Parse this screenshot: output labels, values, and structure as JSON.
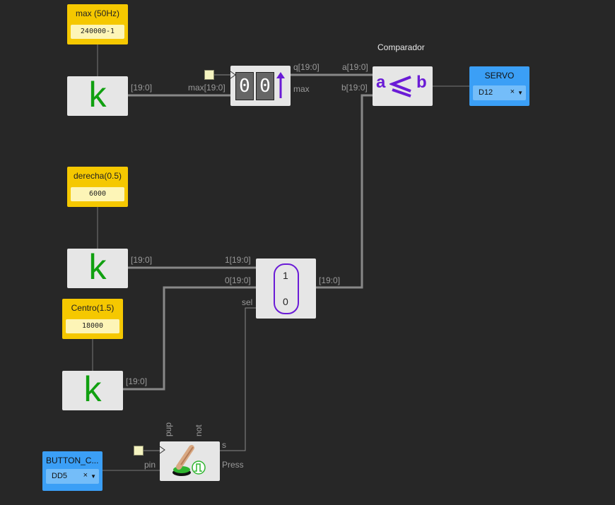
{
  "constants": [
    {
      "title": "max (50Hz)",
      "value": "240000-1"
    },
    {
      "title": "derecha(0.5)",
      "value": "6000"
    },
    {
      "title": "Centro(1.5)",
      "value": "18000"
    }
  ],
  "k_blocks": [
    {
      "glyph": "k",
      "out_label": "[19:0]"
    },
    {
      "glyph": "k",
      "out_label": "[19:0]"
    },
    {
      "glyph": "k",
      "out_label": "[19:0]"
    }
  ],
  "counter": {
    "digits": [
      "0",
      "0"
    ],
    "in_label": "max[19:0]",
    "out_q": "q[19:0]",
    "out_max": "max"
  },
  "comparator": {
    "title": "Comparador",
    "in_a": "a[19:0]",
    "in_b": "b[19:0]",
    "symbol_a": "a",
    "symbol_b": "b"
  },
  "servo": {
    "title": "SERVO",
    "pin": "D12",
    "clear": "×",
    "caret": "▼"
  },
  "mux": {
    "in1": "1[19:0]",
    "in0": "0[19:0]",
    "sel": "sel",
    "out": "[19:0]",
    "opt1": "1",
    "opt0": "0"
  },
  "button_block": {
    "in_pin": "pin",
    "top_pup": "pup",
    "top_not": "not",
    "out_s": "s",
    "out_press": "Press"
  },
  "button_input": {
    "title": "BUTTON_C...",
    "pin": "DD5",
    "clear": "×",
    "caret": "▼"
  }
}
